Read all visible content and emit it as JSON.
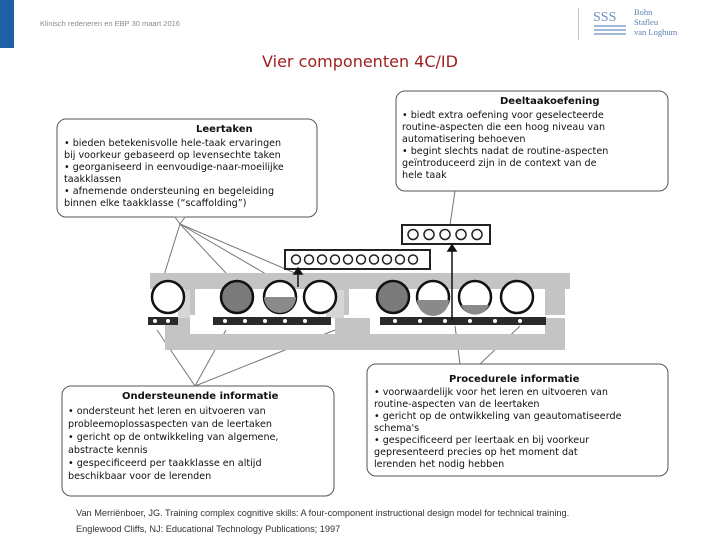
{
  "header": {
    "subtitle": "Klinisch redeneren en EBP 30 maart 2016"
  },
  "logo": {
    "line1": "Bohn",
    "line2": "Stafleu",
    "line3": "van Loghum"
  },
  "title": "Vier componenten 4C/ID",
  "diagram": {
    "learning_tasks": {
      "heading": "Leertaken",
      "lines": [
        "• bieden betekenisvolle hele-taak ervaringen",
        "bij voorkeur gebaseerd op levensechte taken",
        "• georganiseerd in eenvoudige-naar-moeilijke",
        "taakklassen",
        "• afnemende ondersteuning en begeleiding",
        "binnen elke taakklasse (“scaffolding”)"
      ]
    },
    "part_task_practice": {
      "heading": "Deeltaakoefening",
      "lines": [
        "• biedt extra oefening voor geselecteerde",
        "routine-aspecten die een hoog niveau van",
        "automatisering behoeven",
        "• begint slechts nadat de routine-aspecten",
        "geïntroduceerd zijn in de context van de",
        "hele taak"
      ]
    },
    "supportive_information": {
      "heading": "Ondersteunende informatie",
      "lines": [
        "• ondersteunt het leren en uitvoeren van",
        "probleemoplossaspecten van de leertaken",
        "• gericht op de ontwikkeling van algemene,",
        "abstracte kennis",
        "• gespecificeerd per taakklasse en altijd",
        "beschikbaar voor de lerenden"
      ]
    },
    "procedural_information": {
      "heading": "Procedurele informatie",
      "lines": [
        "• voorwaardelijk voor het leren en uitvoeren van",
        "routine-aspecten van de leertaken",
        "• gericht op de ontwikkeling van geautomatiseerde",
        "schema's",
        "• gespecificeerd per leertaak en bij voorkeur",
        "gepresenteerd precies op het moment dat",
        "lerenden het nodig hebben"
      ]
    }
  },
  "citation": {
    "line1": "Van Merriënboer, JG. Training complex cognitive skills: A four-component instructional design model for technical training.",
    "line2": "Englewood Cliffs, NJ: Educational Technology Publications; 1997"
  },
  "colors": {
    "accent": "#1f5fa6",
    "title": "#a01f1f",
    "band": "#bdbdbd"
  }
}
